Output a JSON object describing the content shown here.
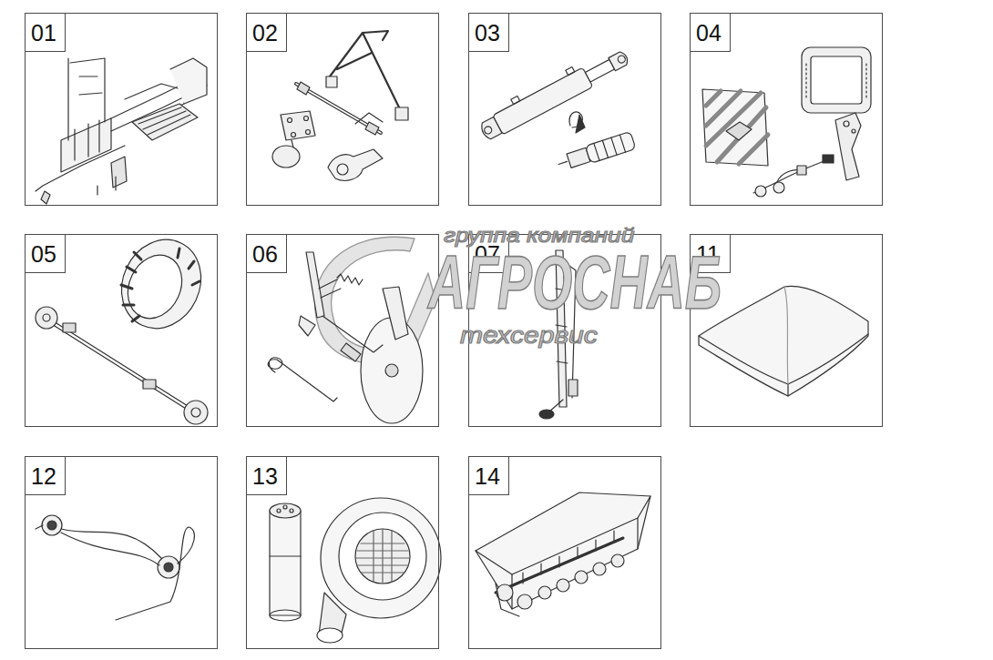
{
  "diagram": {
    "nodes": [
      {
        "text": [
          "01"
        ]
      },
      {
        "text": [
          "02"
        ]
      },
      {
        "text": [
          "03"
        ]
      },
      {
        "text": [
          "04"
        ]
      },
      {
        "text": [
          "05"
        ]
      },
      {
        "text": [
          "06"
        ]
      },
      {
        "text": [
          "07"
        ]
      },
      {
        "text": [
          "11"
        ]
      },
      {
        "text": [
          "12"
        ]
      },
      {
        "text": [
          "13"
        ]
      },
      {
        "text": [
          "14"
        ]
      }
    ],
    "labels": [
      "группа компаний",
      "АГРОСНАБ",
      "техсервис"
    ]
  }
}
